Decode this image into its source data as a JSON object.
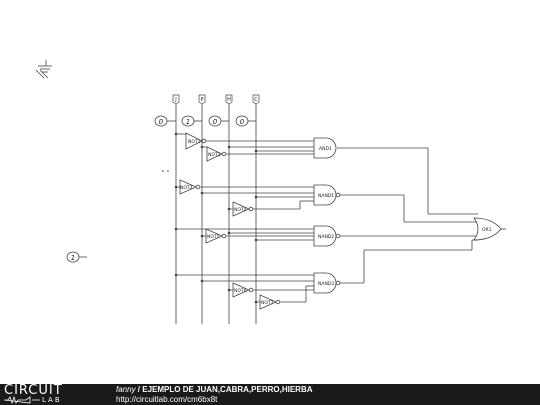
{
  "inputs": [
    {
      "name": "J",
      "value": "0"
    },
    {
      "name": "P",
      "value": "1"
    },
    {
      "name": "H",
      "value": "0"
    },
    {
      "name": "C",
      "value": "0"
    }
  ],
  "constant_source": {
    "value": "1"
  },
  "gates": {
    "not1": "NOT1",
    "not2": "NOT2",
    "not3": "NOT3",
    "not4": "NOT4",
    "not5": "NOT5",
    "not6": "NOT6",
    "not7": "NOT7",
    "and1": "AND1",
    "nand1": "NAND1",
    "nand2": "NAND2",
    "nand3": "NAND3",
    "or1": "OR1"
  },
  "footer": {
    "logo_top": "CIRCUIT",
    "logo_bottom": "LAB",
    "author": "fanny",
    "separator": " / ",
    "title": "EJEMPLO DE JUAN,CABRA,PERRO,HIERBA",
    "url": "http://circuitlab.com/cm6bx8t"
  }
}
